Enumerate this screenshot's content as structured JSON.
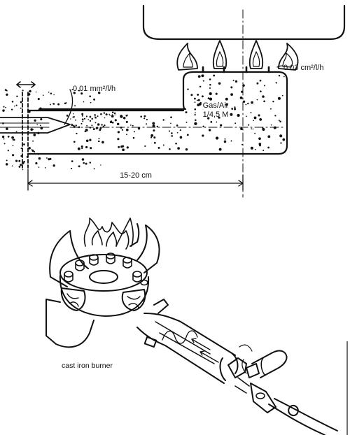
{
  "top_diagram": {
    "orifice_label": "0.01 mm²/l/h",
    "port_label": "0.03 cm²/l/h",
    "mixture_label_line1": "Gas/Air",
    "mixture_label_line2": "1/4,5 M",
    "length_label": "15-20 cm"
  },
  "bottom_diagram": {
    "caption": "cast iron burner"
  },
  "colors": {
    "ink": "#111111",
    "paper": "#ffffff"
  }
}
